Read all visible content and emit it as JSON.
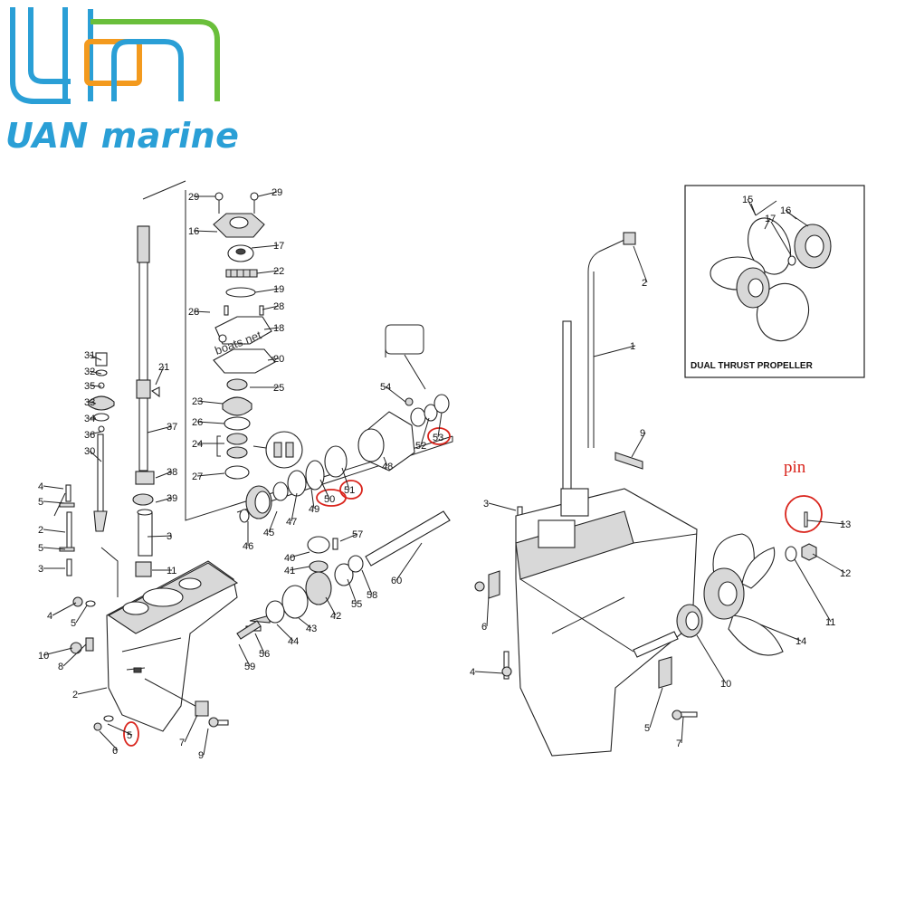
{
  "brand": {
    "name_part1": "UAN",
    "name_part2": " marine",
    "colors": {
      "blue": "#2a9fd6",
      "orange": "#f39a1e",
      "green": "#6abf3b",
      "red": "#d9241c"
    }
  },
  "watermark": "boats.net",
  "inset": {
    "caption": "DUAL THRUST PROPELLER"
  },
  "pin_note": "pin",
  "callouts": [
    {
      "label": "29"
    },
    {
      "label": "29"
    },
    {
      "label": "16"
    },
    {
      "label": "17"
    },
    {
      "label": "22"
    },
    {
      "label": "19"
    },
    {
      "label": "28"
    },
    {
      "label": "28"
    },
    {
      "label": "18"
    },
    {
      "label": "20"
    },
    {
      "label": "21"
    },
    {
      "label": "25"
    },
    {
      "label": "23"
    },
    {
      "label": "26"
    },
    {
      "label": "24"
    },
    {
      "label": "37"
    },
    {
      "label": "27"
    },
    {
      "label": "38"
    },
    {
      "label": "39"
    },
    {
      "label": "31"
    },
    {
      "label": "32"
    },
    {
      "label": "35"
    },
    {
      "label": "33"
    },
    {
      "label": "34"
    },
    {
      "label": "36"
    },
    {
      "label": "30"
    },
    {
      "label": "4"
    },
    {
      "label": "5"
    },
    {
      "label": "2"
    },
    {
      "label": "5"
    },
    {
      "label": "3"
    },
    {
      "label": "3"
    },
    {
      "label": "11"
    },
    {
      "label": "4"
    },
    {
      "label": "5"
    },
    {
      "label": "10"
    },
    {
      "label": "8"
    },
    {
      "label": "2"
    },
    {
      "label": "5"
    },
    {
      "label": "6"
    },
    {
      "label": "7"
    },
    {
      "label": "9"
    },
    {
      "label": "54"
    },
    {
      "label": "53"
    },
    {
      "label": "52"
    },
    {
      "label": "48"
    },
    {
      "label": "51"
    },
    {
      "label": "50"
    },
    {
      "label": "49"
    },
    {
      "label": "47"
    },
    {
      "label": "45"
    },
    {
      "label": "46"
    },
    {
      "label": "57"
    },
    {
      "label": "40"
    },
    {
      "label": "41"
    },
    {
      "label": "60"
    },
    {
      "label": "58"
    },
    {
      "label": "55"
    },
    {
      "label": "42"
    },
    {
      "label": "43"
    },
    {
      "label": "44"
    },
    {
      "label": "56"
    },
    {
      "label": "59"
    },
    {
      "label": "2"
    },
    {
      "label": "1"
    },
    {
      "label": "9"
    },
    {
      "label": "3"
    },
    {
      "label": "6"
    },
    {
      "label": "4"
    },
    {
      "label": "13"
    },
    {
      "label": "12"
    },
    {
      "label": "11"
    },
    {
      "label": "14"
    },
    {
      "label": "10"
    },
    {
      "label": "5"
    },
    {
      "label": "7"
    },
    {
      "label": "15"
    },
    {
      "label": "17"
    },
    {
      "label": "16"
    }
  ]
}
